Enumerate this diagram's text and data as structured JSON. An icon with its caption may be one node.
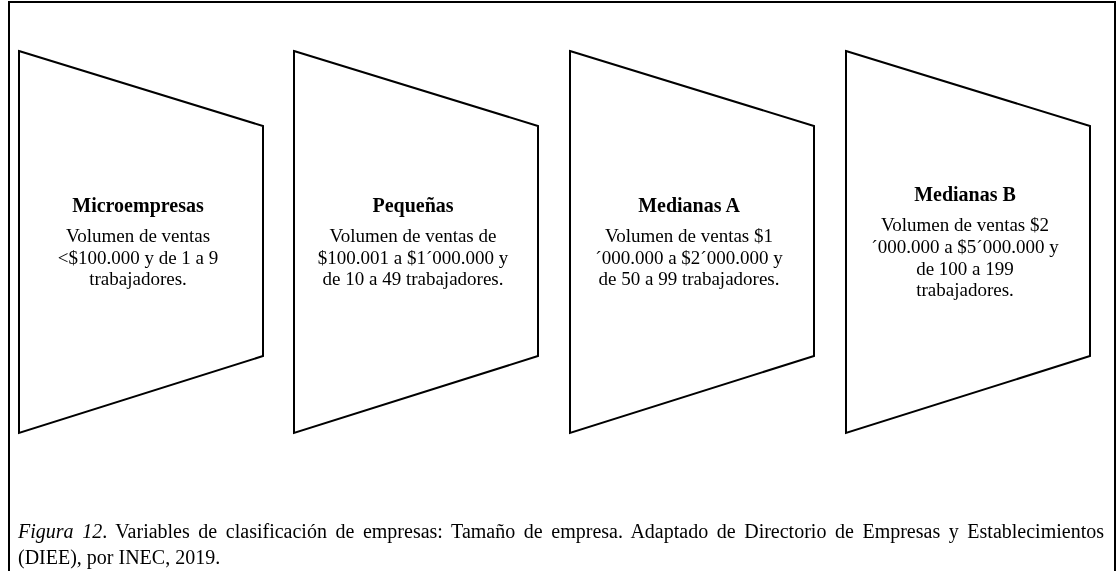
{
  "diagram": {
    "nodes": [
      {
        "text": [
          "Microempresas",
          "Volumen de ventas <$100.000 y de 1 a 9 trabajadores."
        ]
      },
      {
        "text": [
          "Pequeñas",
          "Volumen de ventas de $100.001 a $1´000.000 y de 10 a 49 trabajadores."
        ]
      },
      {
        "text": [
          "Medianas A",
          "Volumen de ventas $1´000.000 a $2´000.000 y de 50 a 99 trabajadores."
        ]
      },
      {
        "text": [
          "Medianas B",
          "Volumen de ventas $2´000.000 a $5´000.000 y de 100 a 199 trabajadores."
        ]
      }
    ],
    "caption": "*Figura 12*. Variables de clasificación de empresas: Tamaño de empresa. Adaptado de Directorio de Empresas y Establecimientos (DIEE), por INEC, 2019."
  }
}
